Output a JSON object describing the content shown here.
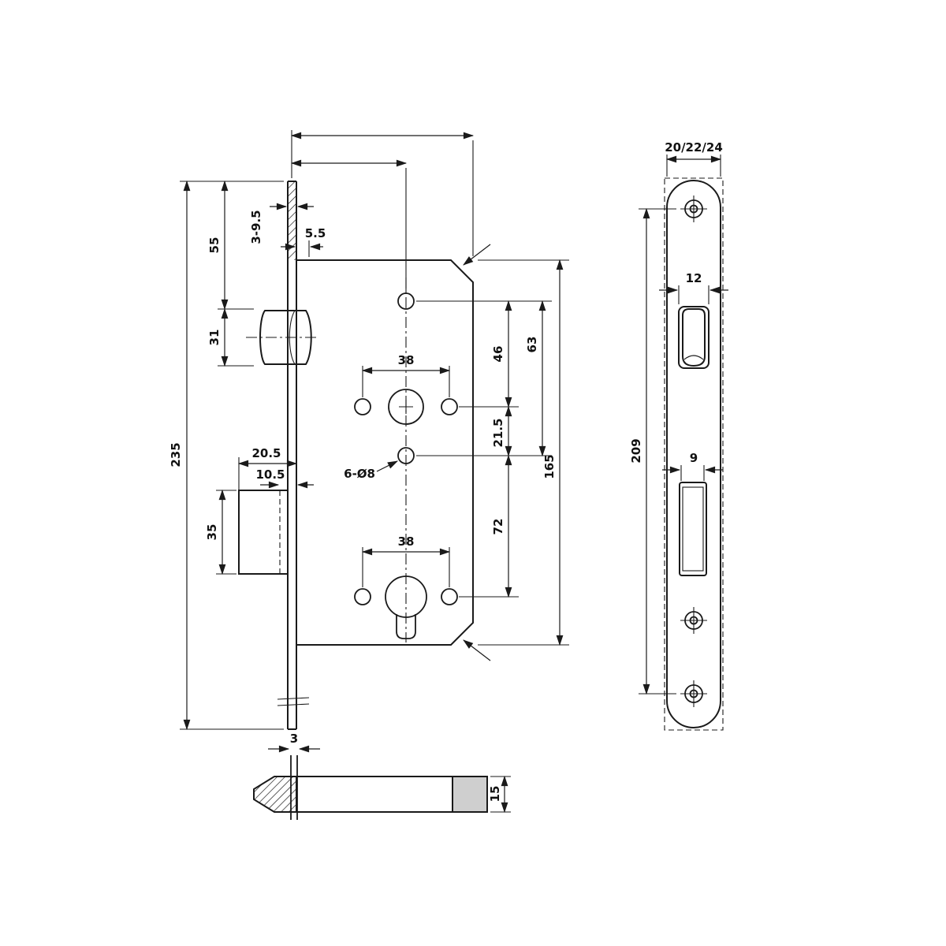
{
  "drawing": {
    "title": "mortise-lock-technical-drawing",
    "colors": {
      "line": "#1a1a1a",
      "background": "#ffffff",
      "shading": "#cfcfcf"
    },
    "left": {
      "h235": "235",
      "h55": "55",
      "h31": "31",
      "t3_9_5": "3-9.5",
      "w5_5": "5.5",
      "w20_5": "20.5",
      "w10_5": "10.5",
      "h35": "35",
      "s38_top": "38",
      "s38_bot": "38",
      "callout": "6-Ø8",
      "v46": "46",
      "v63": "63",
      "v21_5": "21.5",
      "v72": "72",
      "v165": "165"
    },
    "bottom": {
      "t3": "3",
      "h15": "15"
    },
    "right": {
      "w_options": "20/22/24",
      "w12": "12",
      "w9": "9",
      "v209": "209"
    }
  }
}
